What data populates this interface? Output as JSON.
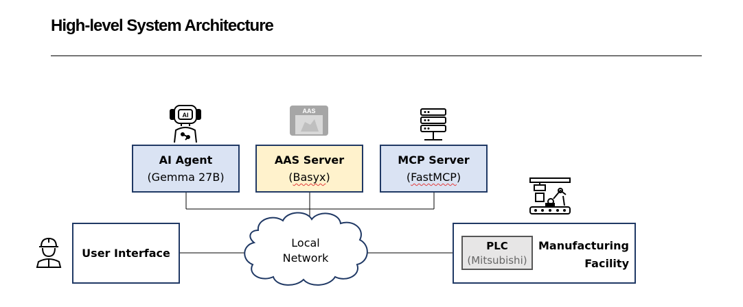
{
  "title": "High-level System Architecture",
  "ai_agent": {
    "name": "AI Agent",
    "sub": "(Gemma 27B)"
  },
  "aas_server": {
    "name": "AAS Server",
    "sub_open": "(",
    "sub_word": "Basyx",
    "sub_close": ")",
    "icon_text": "AAS"
  },
  "mcp_server": {
    "name": "MCP Server",
    "sub_open": "(",
    "sub_word": "FastMCP",
    "sub_close": ")"
  },
  "network": {
    "line1": "Local",
    "line2": "Network"
  },
  "user_interface": {
    "label": "User Interface"
  },
  "plc": {
    "name": "PLC",
    "sub": "(Mitsubishi)"
  },
  "facility": {
    "line1": "Manufacturing",
    "line2": "Facility"
  },
  "colors": {
    "border": "#1f3864",
    "agent_fill": "#dae3f3",
    "aas_fill": "#fff2cc",
    "plc_fill": "#e7e6e6",
    "cloud_stroke": "#1f3864"
  }
}
